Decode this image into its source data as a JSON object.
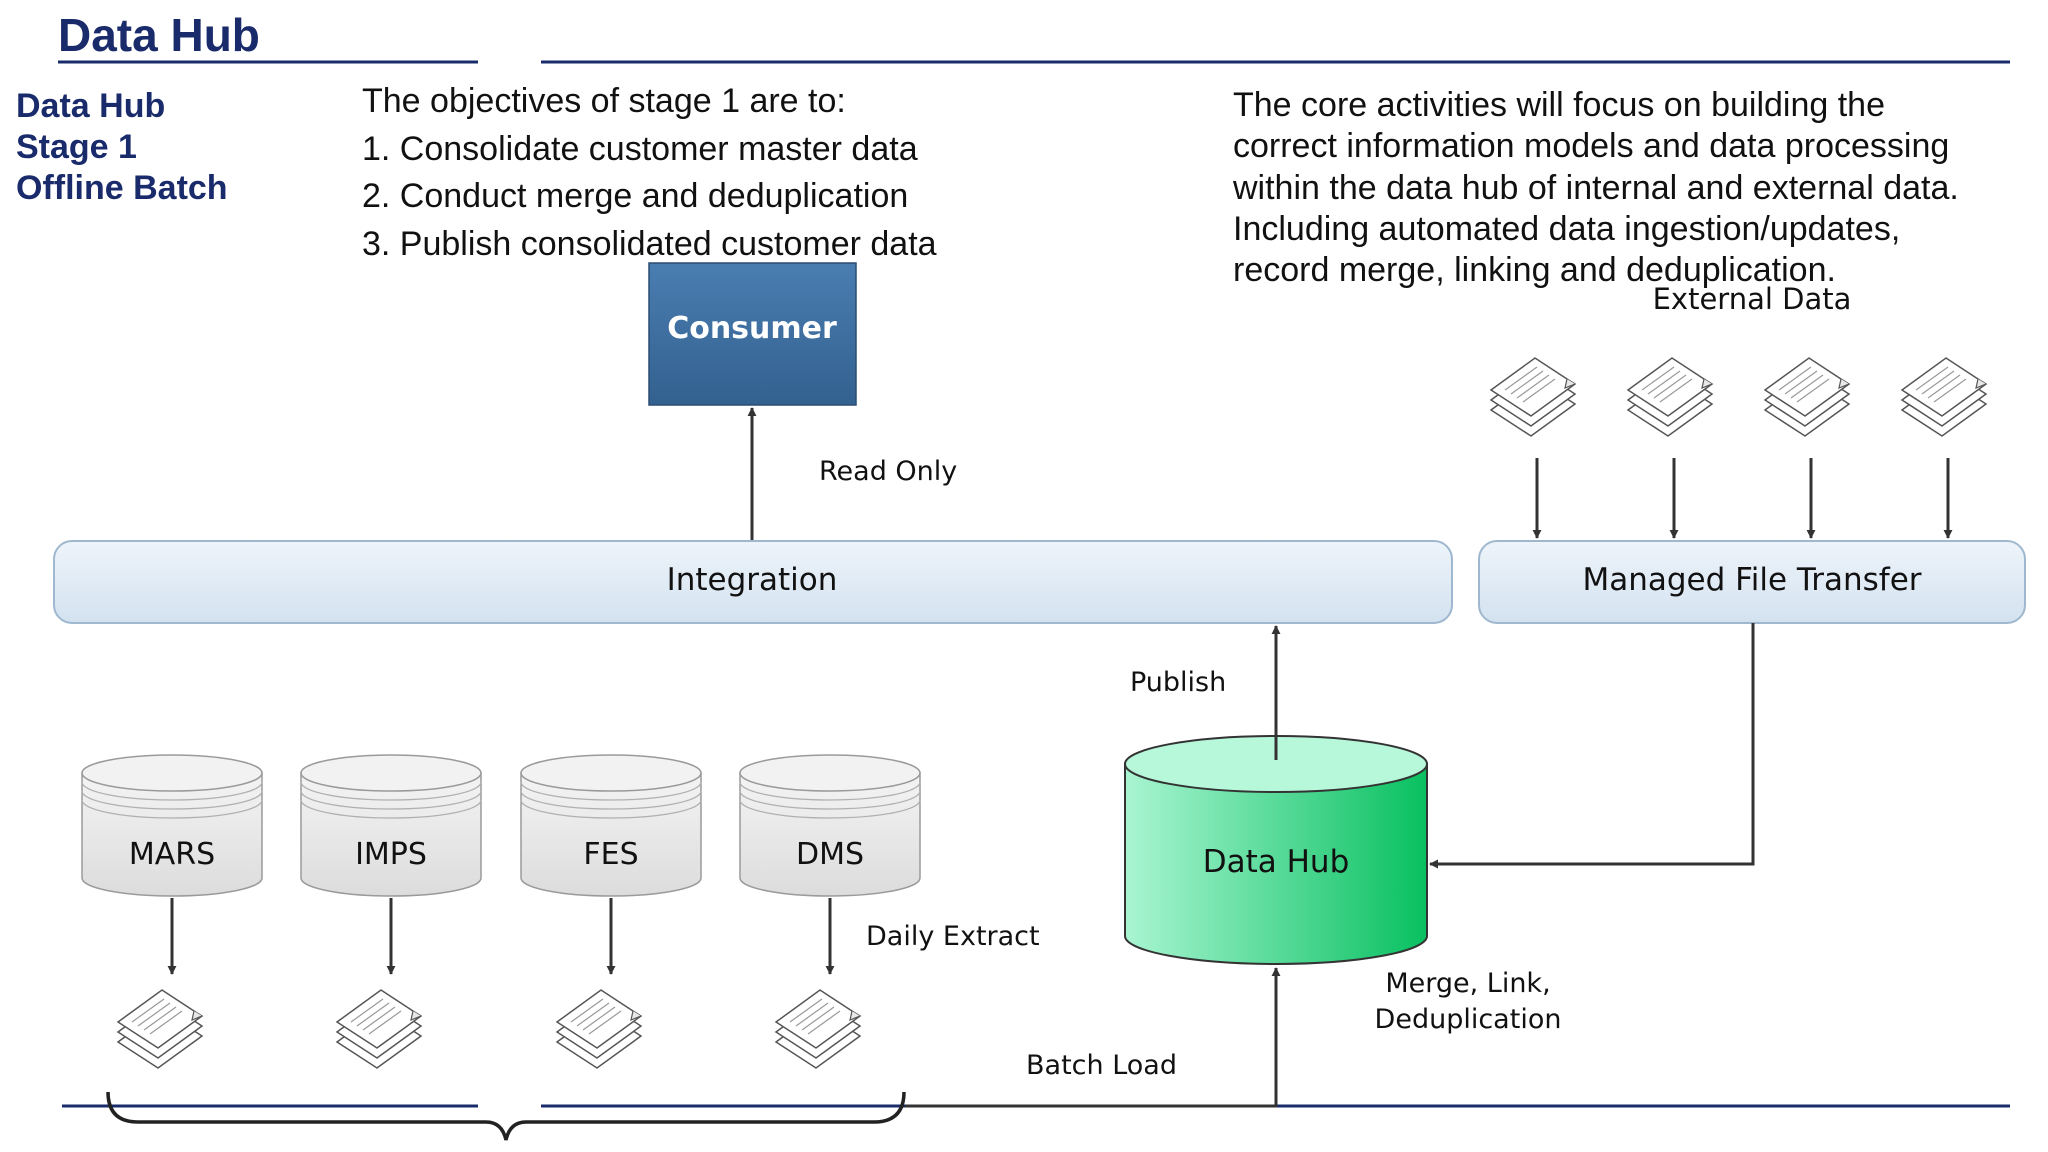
{
  "header": {
    "title": "Data Hub"
  },
  "sidebar": {
    "lines": [
      "Data Hub",
      "Stage 1",
      "Offline Batch"
    ]
  },
  "objectives": {
    "intro": "The objectives of stage 1 are to:",
    "items": [
      "1. Consolidate customer master data",
      "2. Conduct merge and deduplication",
      "3. Publish consolidated customer data"
    ]
  },
  "core_activities": {
    "text": "The core activities will focus on building the correct information models and data processing within the data hub of internal and external data. Including automated data ingestion/updates, record merge, linking and deduplication."
  },
  "diagram": {
    "consumer": "Consumer",
    "read_only": "Read Only",
    "integration": "Integration",
    "external_data": "External Data",
    "managed_file_transfer": "Managed File Transfer",
    "publish": "Publish",
    "data_hub": "Data Hub",
    "merge_lines": [
      "Merge, Link,",
      "Deduplication"
    ],
    "daily_extract": "Daily Extract",
    "batch_load": "Batch Load",
    "sources": [
      "MARS",
      "IMPS",
      "FES",
      "DMS"
    ]
  },
  "colors": {
    "title_navy": "#1a2b6b",
    "consumer_blue": "#3b6da0",
    "bar_light_blue": "#dce8f3",
    "cylinder_green": "#2fd98a",
    "gray_cylinder": "#e6e6e6"
  }
}
